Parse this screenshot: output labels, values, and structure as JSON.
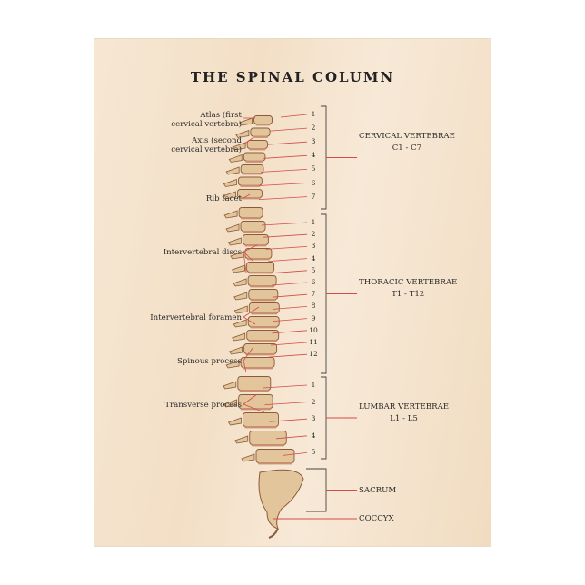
{
  "title": "THE SPINAL COLUMN",
  "anatomy_labels": [
    {
      "line1": "Atlas (first",
      "line2": "cervical vertebra)"
    },
    {
      "line1": "Axis (second",
      "line2": "cervical vertebra)"
    },
    {
      "line1": "Rib facet",
      "line2": ""
    },
    {
      "line1": "Intervertebral discs",
      "line2": ""
    },
    {
      "line1": "Intervertebral foramen",
      "line2": ""
    },
    {
      "line1": "Spinous process",
      "line2": ""
    },
    {
      "line1": "Transverse process",
      "line2": ""
    }
  ],
  "cervical_numbers": [
    "1",
    "2",
    "3",
    "4",
    "5",
    "6",
    "7"
  ],
  "thoracic_numbers": [
    "1",
    "2",
    "3",
    "4",
    "5",
    "6",
    "7",
    "8",
    "9",
    "10",
    "11",
    "12"
  ],
  "lumbar_numbers": [
    "1",
    "2",
    "3",
    "4",
    "5"
  ],
  "regions": {
    "cervical": {
      "name": "CERVICAL VERTEBRAE",
      "range": "C1 - C7"
    },
    "thoracic": {
      "name": "THORACIC VERTEBRAE",
      "range": "T1 - T12"
    },
    "lumbar": {
      "name": "LUMBAR VERTEBRAE",
      "range": "L1 - L5"
    },
    "sacrum": {
      "name": "SACRUM"
    },
    "coccyx": {
      "name": "COCCYX"
    }
  },
  "colors": {
    "leader_line": "#d64a4a",
    "bracket": "#444444",
    "bone": "#e2c59a",
    "bone_dark": "#8a5a3a"
  }
}
